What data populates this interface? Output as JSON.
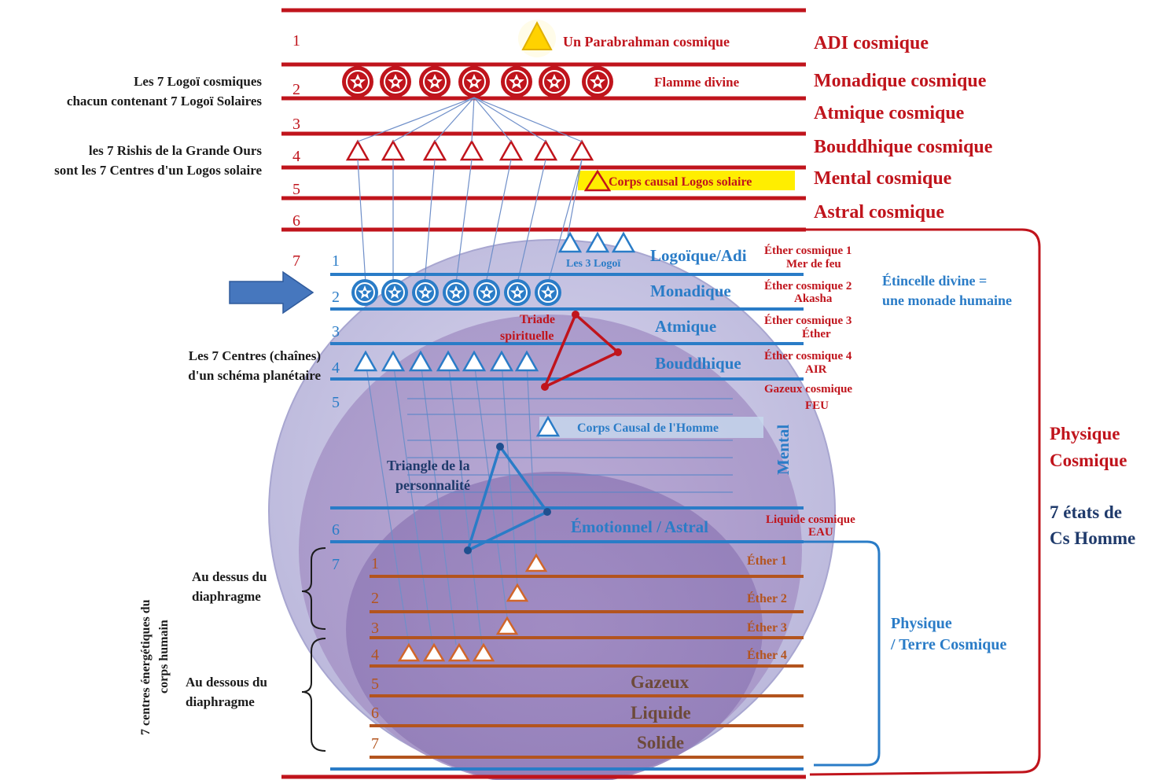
{
  "colors": {
    "red": "#c0141c",
    "blue": "#2a7cc7",
    "navy": "#1f3a6b",
    "brown": "#b3541e",
    "highlight": "#ffee00",
    "sphere": "#c9c7e3",
    "sphere_inner": "#9e8cc0"
  },
  "cosmic": {
    "plane_numbers": [
      "1",
      "2",
      "3",
      "4",
      "5",
      "6",
      "7"
    ],
    "planes": [
      "ADI cosmique",
      "Monadique cosmique",
      "Atmique cosmique",
      "Bouddhique cosmique",
      "Mental cosmique",
      "Astral cosmique"
    ],
    "parabrahman": "Un Parabrahman cosmique",
    "flamme": "Flamme divine",
    "corps_causal_logos": "Corps causal Logos solaire",
    "physique_cosmique_1": "Physique",
    "physique_cosmique_2": "Cosmique",
    "etats_1": "7 états de",
    "etats_2": "Cs Homme"
  },
  "left_notes": {
    "logoi_1": "Les 7 Logoï cosmiques",
    "logoi_2": "chacun contenant 7 Logoï Solaires",
    "rishis_1": "les 7 Rishis de la Grande Ours",
    "rishis_2": "sont les 7 Centres d'un Logos solaire",
    "centres_1": "Les 7 Centres (chaînes)",
    "centres_2": "d'un schéma planétaire",
    "au_dessus_1": "Au dessus du",
    "au_dessus_2": "diaphragme",
    "au_dessous_1": "Au dessous du",
    "au_dessous_2": "diaphragme",
    "vertical_1": "7 centres énergétiques du",
    "vertical_2": "corps humain"
  },
  "solar": {
    "plane_numbers": [
      "1",
      "2",
      "3",
      "4",
      "5",
      "6",
      "7"
    ],
    "logoique": "Logoïque/Adi",
    "les3logoi": "Les 3 Logoï",
    "monadique": "Monadique",
    "atmique": "Atmique",
    "bouddhique": "Bouddhique",
    "mental": "Mental",
    "emotionnel": "Émotionnel / Astral",
    "triade_1": "Triade",
    "triade_2": "spirituelle",
    "corps_causal_homme": "Corps Causal de l'Homme",
    "triangle_1": "Triangle de la",
    "triangle_2": "personnalité",
    "etincelle_1": "Étincelle divine =",
    "etincelle_2": "une monade humaine",
    "physique_terre_1": "Physique",
    "physique_terre_2": "/ Terre Cosmique"
  },
  "ethers": [
    {
      "line1": "Éther cosmique 1",
      "line2": "Mer de feu"
    },
    {
      "line1": "Éther cosmique 2",
      "line2": "Akasha"
    },
    {
      "line1": "Éther cosmique 3",
      "line2": "Éther"
    },
    {
      "line1": "Éther cosmique 4",
      "line2": "AIR"
    },
    {
      "line1": "Gazeux cosmique",
      "line2": "FEU"
    },
    {
      "line1": "Liquide cosmique",
      "line2": "EAU"
    }
  ],
  "physical": {
    "plane_numbers": [
      "1",
      "2",
      "3",
      "4",
      "5",
      "6",
      "7"
    ],
    "ether_labels": [
      "Éther 1",
      "Éther 2",
      "Éther 3",
      "Éther 4"
    ],
    "gazeux": "Gazeux",
    "liquide": "Liquide",
    "solide": "Solide"
  }
}
